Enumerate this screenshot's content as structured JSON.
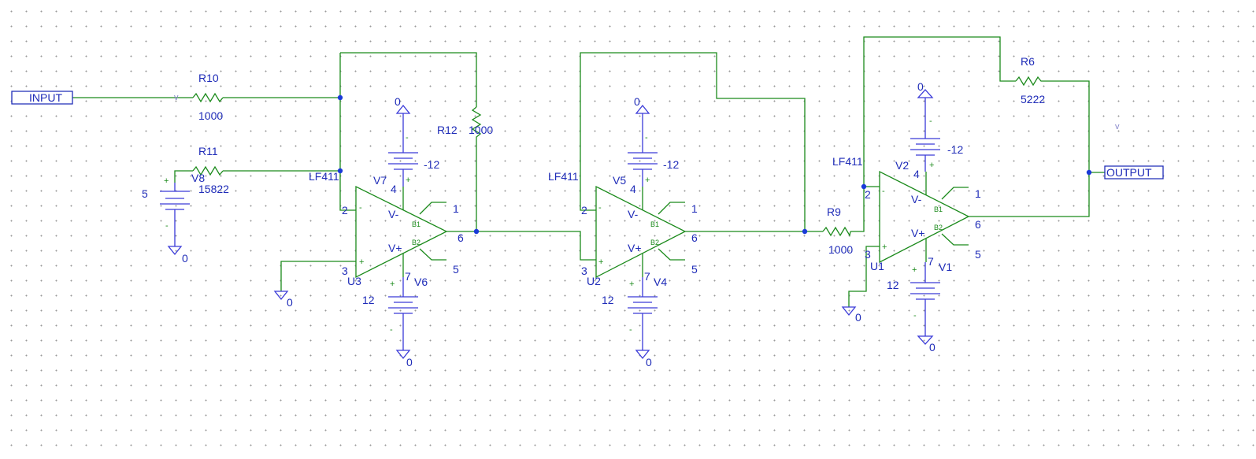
{
  "ports": {
    "input": "INPUT",
    "output": "OUTPUT"
  },
  "resistors": {
    "r10": {
      "name": "R10",
      "value": "1000"
    },
    "r11": {
      "name": "R11",
      "value": "15822"
    },
    "r12": {
      "name": "R12",
      "value": "1000"
    },
    "r9": {
      "name": "R9",
      "value": "1000"
    },
    "r6": {
      "name": "R6",
      "value": "5222"
    }
  },
  "sources": {
    "v8": {
      "name": "V8",
      "value": "5"
    },
    "v7": {
      "name": "V7",
      "value": "-12"
    },
    "v6": {
      "name": "V6",
      "value": "12"
    },
    "v5": {
      "name": "V5",
      "value": "-12"
    },
    "v4": {
      "name": "V4",
      "value": "12"
    },
    "v2": {
      "name": "V2",
      "value": "-12"
    },
    "v1": {
      "name": "V1",
      "value": "12"
    }
  },
  "opamps": {
    "u3": {
      "ref": "U3",
      "model": "LF411"
    },
    "u2": {
      "ref": "U2",
      "model": "LF411"
    },
    "u1": {
      "ref": "U1",
      "model": "LF411"
    }
  },
  "pins": {
    "p1": "1",
    "p2": "2",
    "p3": "3",
    "p4": "4",
    "p5": "5",
    "p6": "6",
    "p7": "7",
    "vminus": "V-",
    "vplus": "V+",
    "b1": "B1",
    "b2": "B2",
    "minus": "-",
    "plus": "+"
  },
  "ground": "0",
  "markers": {
    "v": "v"
  },
  "colors": {
    "wire": "#1b8a1b",
    "label": "#1f2cb8",
    "node": "#1a3ad8"
  }
}
